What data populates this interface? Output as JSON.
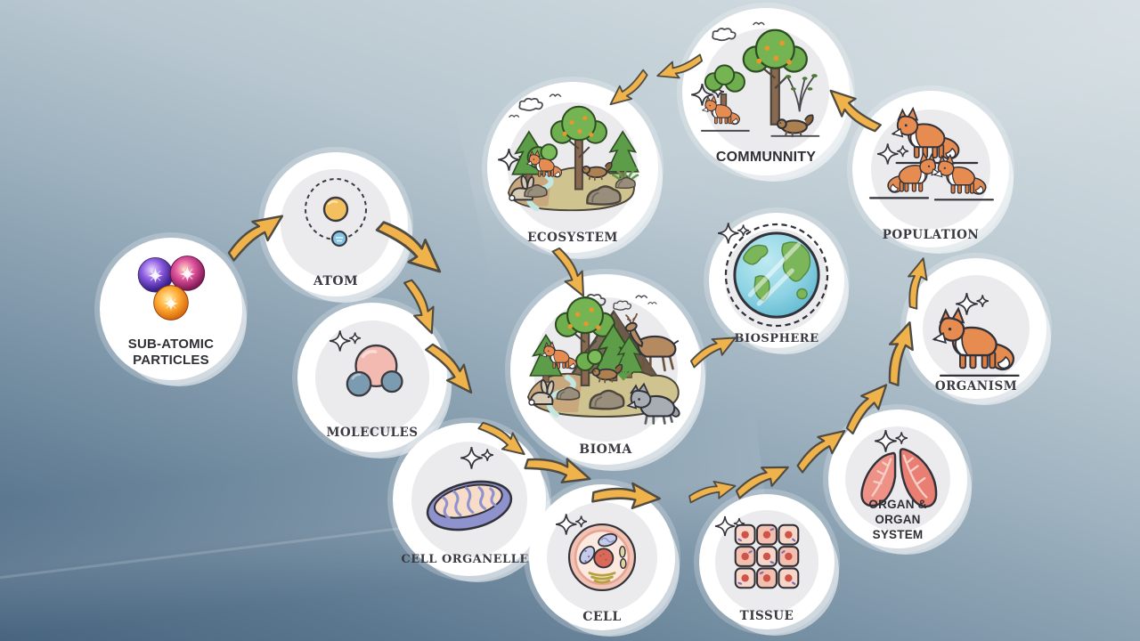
{
  "diagram": {
    "topic": "Levels of biological organization",
    "flow": [
      "SUB-ATOMIC PARTICLES",
      "ATOM",
      "MOLECULES",
      "CELL ORGANELLES",
      "CELL",
      "TISSUE",
      "ORGAN & ORGAN SYSTEM",
      "ORGANISM",
      "POPULATION",
      "COMMUNNITY",
      "ECOSYSTEM",
      "BIOMA",
      "BIOSPHERE"
    ],
    "nodes": [
      {
        "id": "sub-atomic-particles",
        "label": "SUB-ATOMIC PARTICLES",
        "icon": "three-particle-orbs-icon"
      },
      {
        "id": "atom",
        "label": "ATOM",
        "icon": "atom-icon"
      },
      {
        "id": "molecules",
        "label": "MOLECULES",
        "icon": "molecule-icon"
      },
      {
        "id": "cell-organelles",
        "label": "CELL ORGANELLES",
        "icon": "mitochondrion-icon"
      },
      {
        "id": "cell",
        "label": "CELL",
        "icon": "cell-icon"
      },
      {
        "id": "tissue",
        "label": "TISSUE",
        "icon": "tissue-grid-icon"
      },
      {
        "id": "organ-and-organ-system",
        "label": "ORGAN & ORGAN SYSTEM",
        "icon": "lungs-icon"
      },
      {
        "id": "organism",
        "label": "ORGANISM",
        "icon": "fox-icon"
      },
      {
        "id": "population",
        "label": "POPULATION",
        "icon": "three-foxes-icon"
      },
      {
        "id": "communnity",
        "label": "COMMUNNITY",
        "icon": "community-scene-icon"
      },
      {
        "id": "ecosystem",
        "label": "ECOSYSTEM",
        "icon": "forest-scene-icon"
      },
      {
        "id": "bioma",
        "label": "BIOMA",
        "icon": "biome-scene-icon"
      },
      {
        "id": "biosphere",
        "label": "BIOSPHERE",
        "icon": "earth-globe-icon"
      }
    ],
    "colors": {
      "background_top": "#d6dfe3",
      "background_bottom": "#486580",
      "arrow": "#f0b24a",
      "arrow_outline": "#4f4c44",
      "node_fill": "#ffffff",
      "node_inner": "#ebebed",
      "label": "#3a3a42"
    }
  }
}
